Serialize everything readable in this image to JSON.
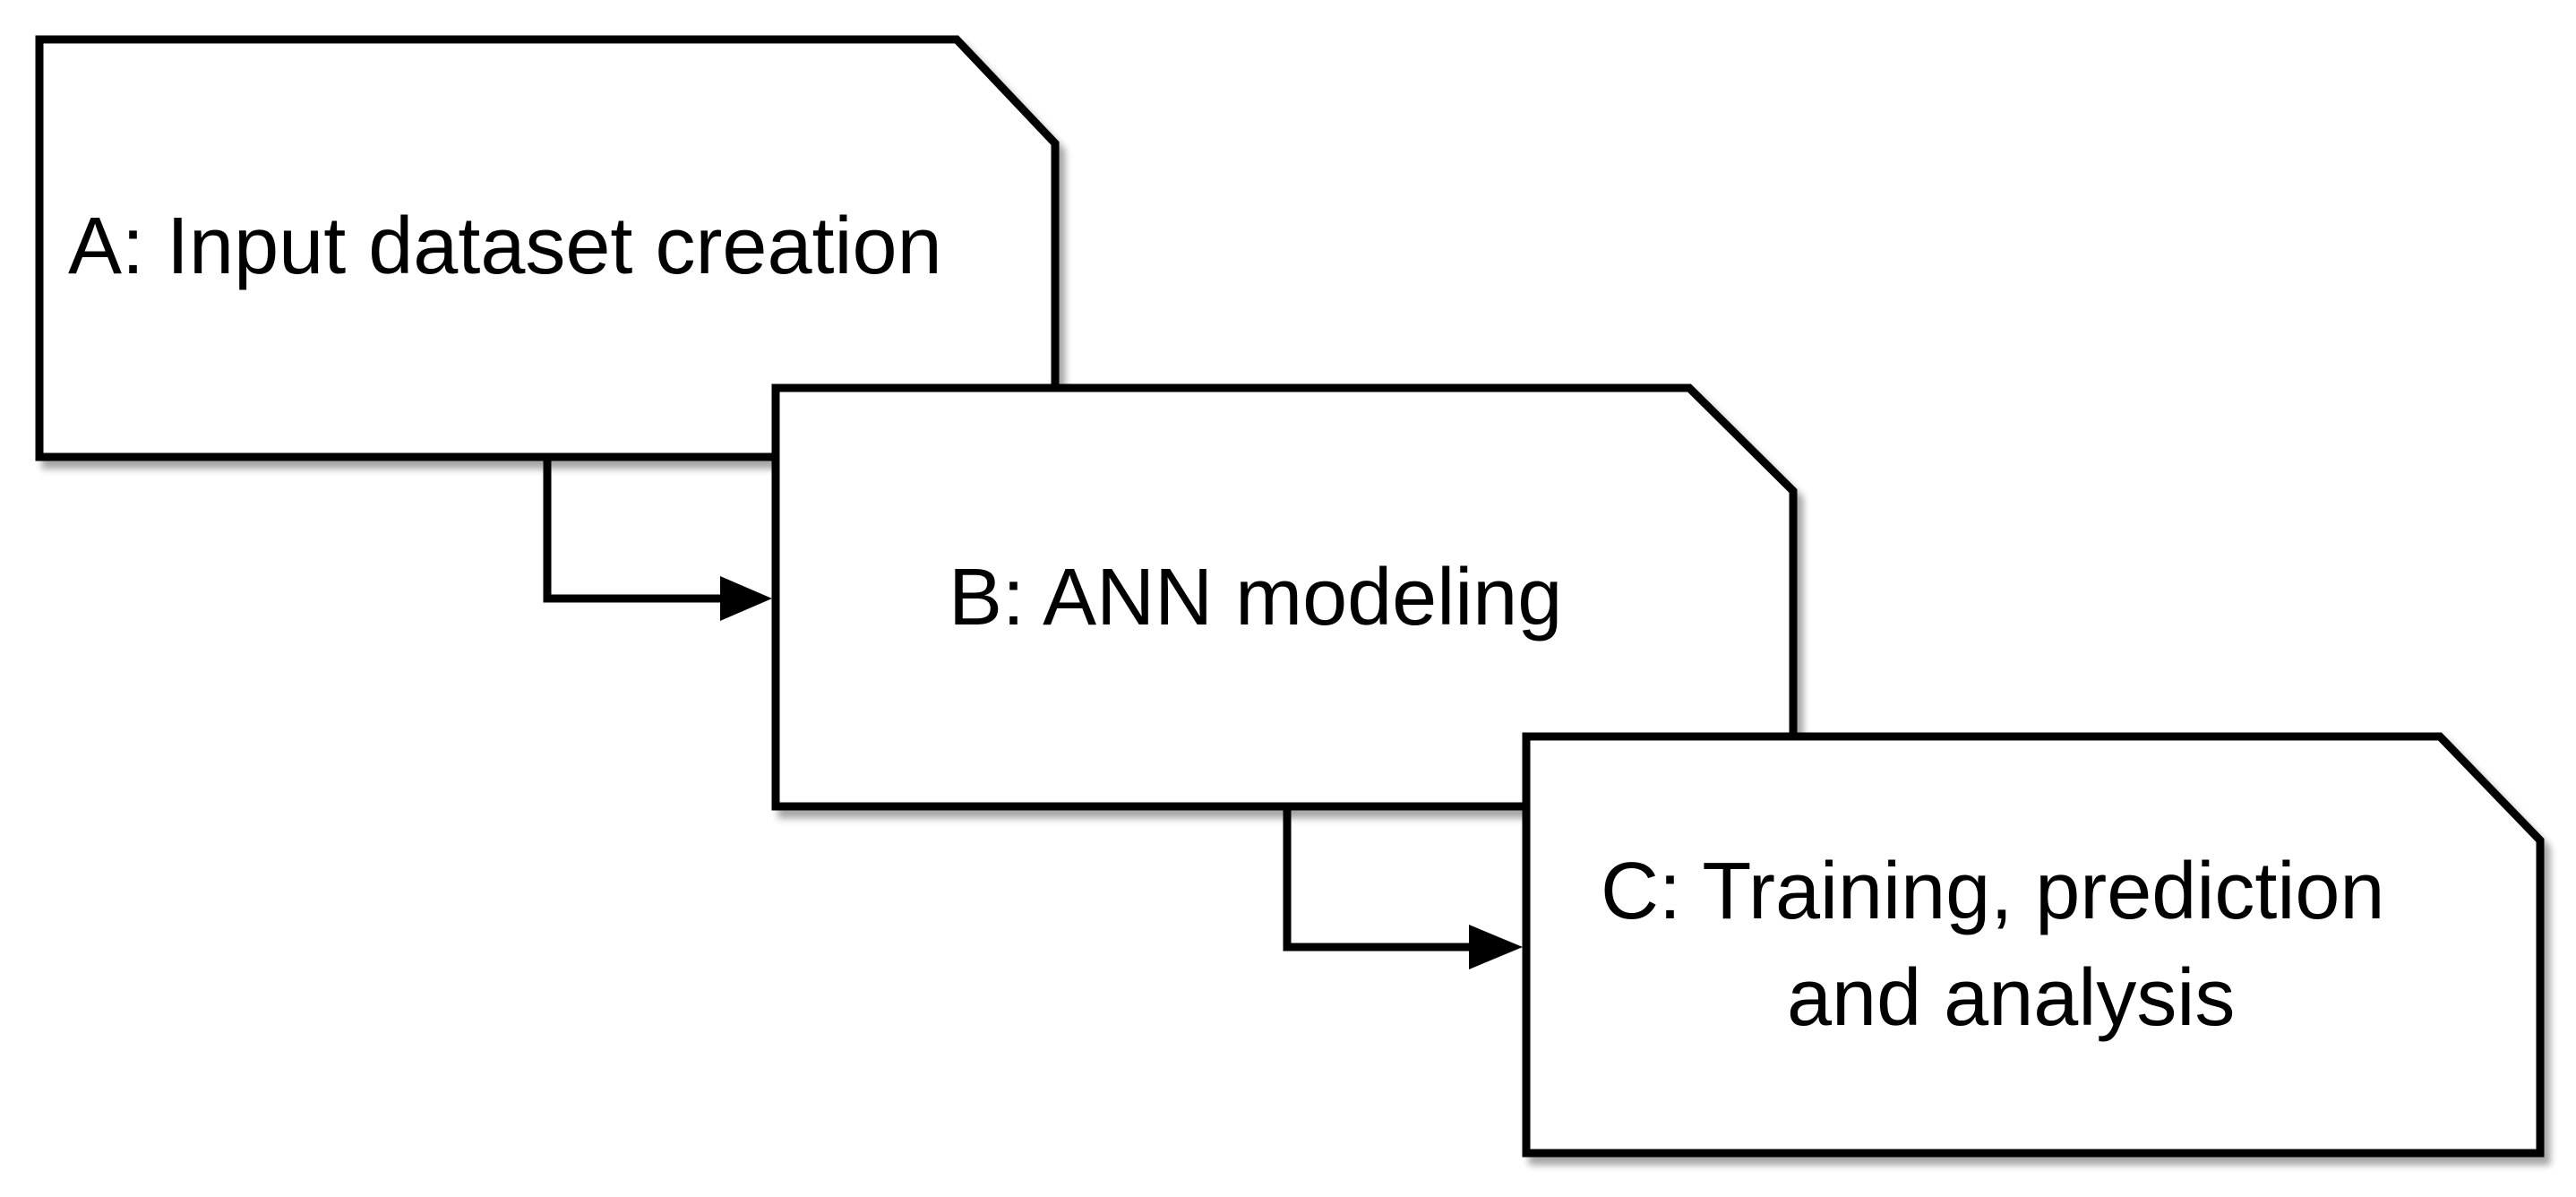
{
  "diagram": {
    "steps": [
      {
        "id": "A",
        "label": "A: Input dataset creation"
      },
      {
        "id": "B",
        "label": "B: ANN modeling"
      },
      {
        "id": "C",
        "label_line1": "C: Training, prediction",
        "label_line2": "and analysis"
      }
    ],
    "colors": {
      "stroke": "#000000",
      "fill": "#ffffff",
      "shadow": "#bdbdbd"
    }
  }
}
